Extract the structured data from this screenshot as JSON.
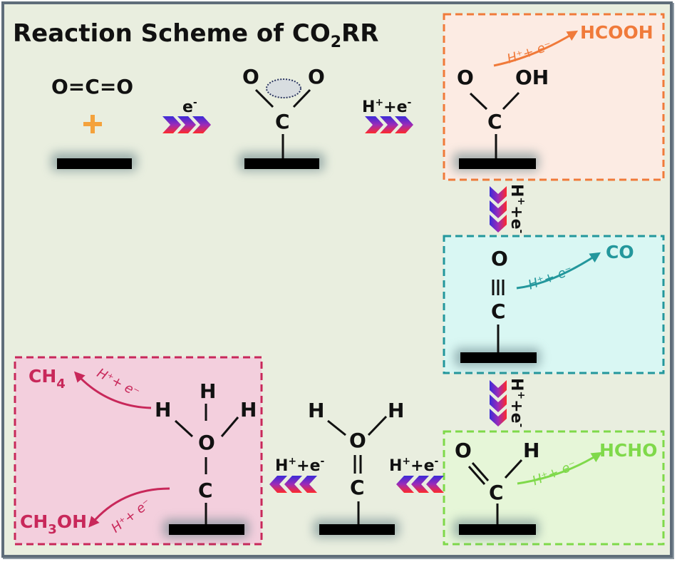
{
  "title": {
    "main": "Reaction Scheme of CO",
    "subscript": "2",
    "suffix": "RR"
  },
  "steps": {
    "co2": {
      "molecule": "O=C=O",
      "plus_icon": "plus-icon"
    },
    "step1_label": "e",
    "step1_label_sup": "-",
    "step2_label": "H",
    "step2_label_sup1": "+",
    "step2_label_mid": "+e",
    "step2_label_sup2": "-",
    "co2_adsorbed": {
      "o_left": "O",
      "o_right": "O",
      "c": "C"
    },
    "cooh": {
      "o_left": "O",
      "oh_right": "OH",
      "c": "C"
    },
    "co": {
      "o": "O",
      "c": "C"
    },
    "cho": {
      "o": "O",
      "h": "H",
      "c": "C"
    },
    "choh": {
      "h_left": "H",
      "h_right": "H",
      "o": "O",
      "c": "C"
    },
    "ch2oh": {
      "h_top": "H",
      "h_left": "H",
      "h_right": "H",
      "o": "O",
      "c": "C"
    }
  },
  "vertical_labels": {
    "h": "H",
    "plus_sup": "+",
    "plus": "+",
    "e": "e",
    "minus_sup": "-"
  },
  "products": {
    "hcooh": {
      "name": "HCOOH",
      "condition": "H⁺+ e⁻",
      "color": "#f07a3a"
    },
    "co": {
      "name": "CO",
      "condition": "H⁺+ e⁻",
      "color": "#23979c"
    },
    "hcho": {
      "name": "HCHO",
      "condition": "H⁺+ e⁻",
      "color": "#7fd94a"
    },
    "ch4": {
      "name": "CH",
      "sub": "4",
      "condition": "H⁺+ e⁻",
      "color": "#c8285a"
    },
    "ch3oh": {
      "name_a": "CH",
      "sub": "3",
      "name_b": "OH",
      "condition": "H⁺+ e⁻",
      "color": "#c8285a"
    }
  },
  "boxes": {
    "hcooh_fill": "#fcebe3",
    "co_fill": "#d9f7f3",
    "hcho_fill": "#e6f6d8",
    "ch_fill": "#f3cfdd"
  },
  "colors": {
    "background": "#e9eedf",
    "chevron_top": "#3b2bd8",
    "chevron_bottom": "#ff2a2a"
  }
}
